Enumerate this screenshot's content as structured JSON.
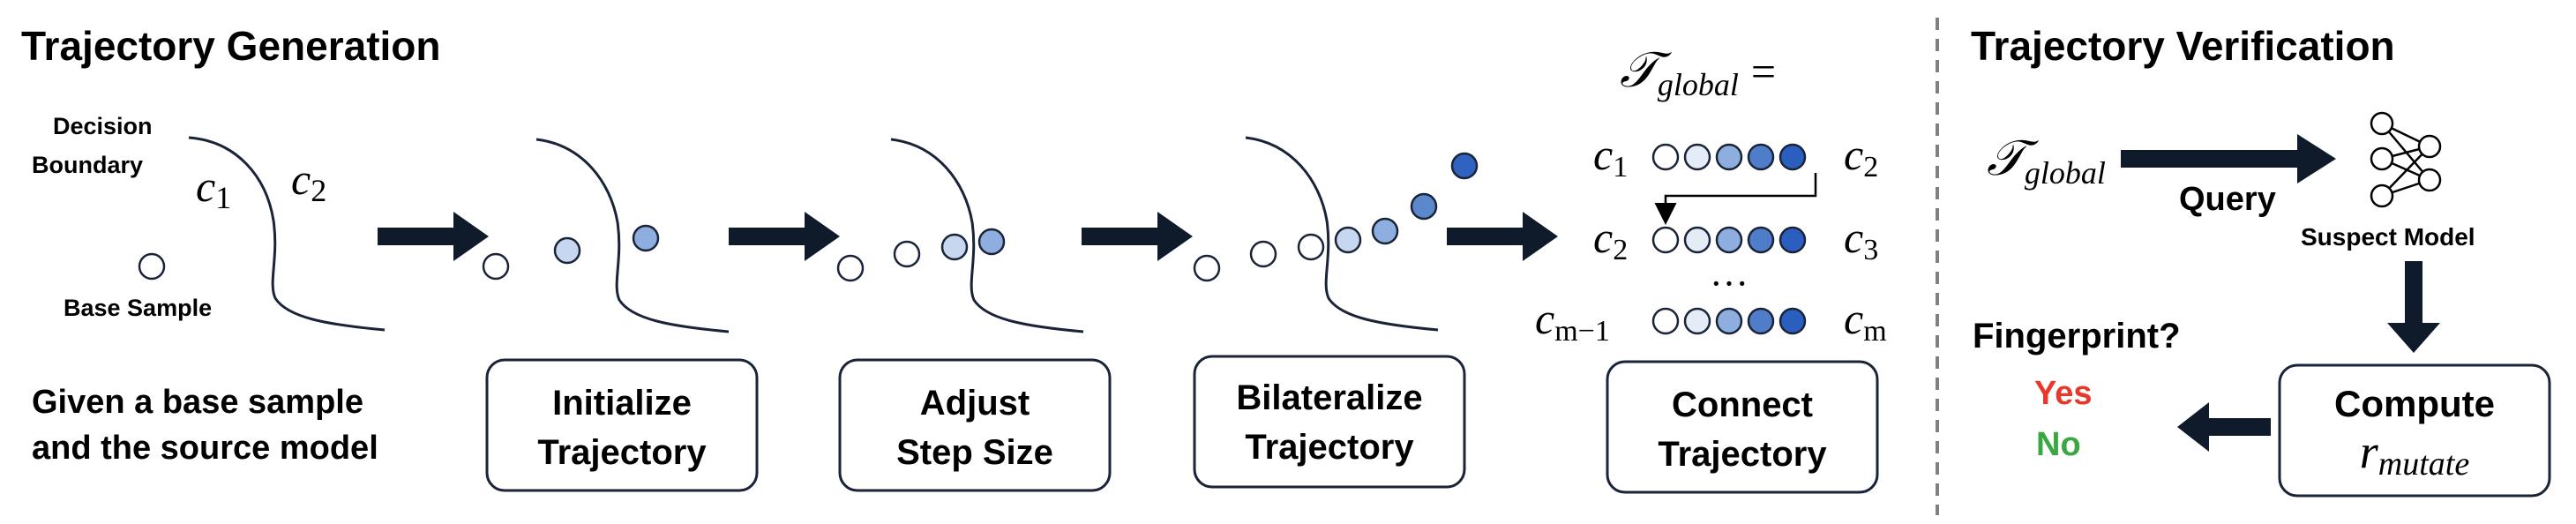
{
  "generation": {
    "title": "Trajectory Generation",
    "labels": {
      "decision_boundary_line1": "Decision",
      "decision_boundary_line2": "Boundary",
      "base_sample": "Base Sample",
      "c1": "c",
      "c1_sub": "1",
      "c2": "c",
      "c2_sub": "2"
    },
    "description": {
      "line1": "Given a base sample",
      "line2": "and the source model"
    },
    "steps": [
      {
        "line1": "Initialize",
        "line2": "Trajectory"
      },
      {
        "line1": "Adjust",
        "line2": "Step Size"
      },
      {
        "line1": "Bilateralize",
        "line2": "Trajectory"
      },
      {
        "line1": "Connect",
        "line2": "Trajectory"
      }
    ],
    "global": {
      "symbol": "𝒯",
      "subscript": "global",
      "equals": "=",
      "rows": [
        {
          "left": "c",
          "left_sub": "1",
          "right": "c",
          "right_sub": "2"
        },
        {
          "left": "c",
          "left_sub": "2",
          "right": "c",
          "right_sub": "3"
        },
        {
          "left": "c",
          "left_sub": "m−1",
          "right": "c",
          "right_sub": "m"
        }
      ],
      "ellipsis": "···"
    }
  },
  "verification": {
    "title": "Trajectory Verification",
    "input_symbol": "𝒯",
    "input_subscript": "global",
    "query": "Query",
    "suspect_model": "Suspect Model",
    "fingerprint_question": "Fingerprint?",
    "yes": "Yes",
    "no": "No",
    "compute_label": "Compute",
    "compute_symbol": "r",
    "compute_subscript": "mutate"
  },
  "colors": {
    "dark": "#0f1a2b",
    "text": "#000000",
    "dot_empty": "#ffffff",
    "dot_light": "#c6d7ef",
    "dot_mid": "#8eaee0",
    "dot_mid2": "#5b87cc",
    "dot_dark": "#2f63bf",
    "yes": "#e8382b",
    "no": "#3aa840",
    "divider": "#808080"
  }
}
